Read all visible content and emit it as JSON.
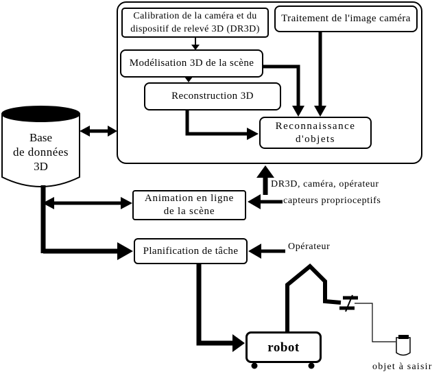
{
  "colors": {
    "ink": "#000000",
    "background": "#ffffff"
  },
  "nodes": {
    "calibration": {
      "line1": "Calibration de la caméra et du",
      "line2": "dispositif de relevé 3D (DR3D)"
    },
    "traitement": {
      "label": "Traitement de l'image caméra"
    },
    "modelisation": {
      "label": "Modélisation 3D de la scène"
    },
    "reconstruction": {
      "label": "Reconstruction 3D"
    },
    "reconnaissance": {
      "line1": "Reconnaissance",
      "line2": "d'objets"
    },
    "base_donnees_3d": {
      "line1": "Base",
      "line2": "de données",
      "line3": "3D"
    },
    "animation": {
      "line1": "Animation en ligne",
      "line2": "de la scène"
    },
    "planification": {
      "label": "Planification de tâche"
    },
    "robot": {
      "label": "robot"
    }
  },
  "annotations": {
    "dr3d_camera_operateur": "DR3D, caméra, opérateur",
    "capteurs_proprioceptifs": "capteurs proprioceptifs",
    "operateur": "Opérateur",
    "objet_a_saisir": "objet à saisir"
  }
}
